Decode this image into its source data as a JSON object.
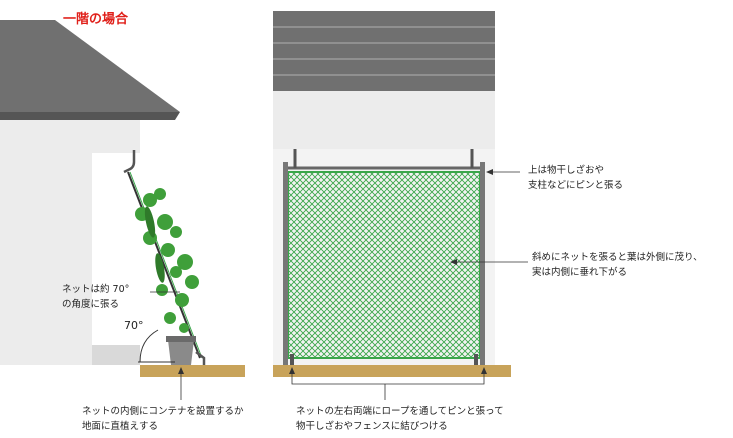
{
  "title": "一階の場合",
  "angle_label": "70°",
  "labels": {
    "angle_note_1": "ネットは約 70°",
    "angle_note_2": "の角度に張る",
    "top_note_1": "上は物干しざおや",
    "top_note_2": "支柱などにピンと張る",
    "middle_note_1": "斜めにネットを張ると葉は外側に茂り、",
    "middle_note_2": "実は内側に垂れ下がる",
    "bottom_left_1": "ネットの内側にコンテナを設置するか",
    "bottom_left_2": "地面に直植えする",
    "bottom_right_1": "ネットの左右両端にロープを通してピンと張って",
    "bottom_right_2": "物干しざおやフェンスに結びつける"
  },
  "colors": {
    "title": "#e0201a",
    "net": "#3aa64a",
    "leaf": "#3f9f3a",
    "roof": "#707070",
    "wall": "#ececec",
    "ground": "#c8a35a"
  }
}
